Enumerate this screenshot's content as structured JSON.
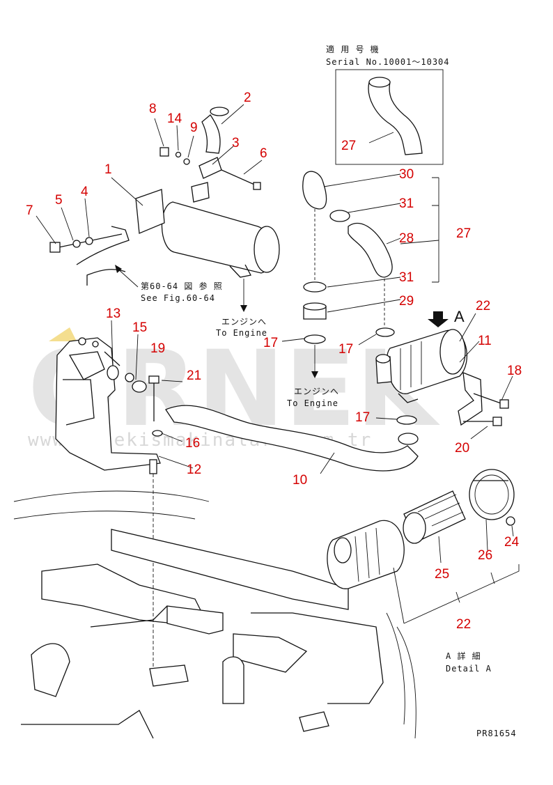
{
  "diagram": {
    "serial_note": {
      "jp": "適 用 号 機",
      "en": "Serial No.10001～10304"
    },
    "see_fig": {
      "jp": "第60-64 図 参 照",
      "en": "See Fig.60-64"
    },
    "to_engine_1": {
      "jp": "エンジンへ",
      "en": "To Engine"
    },
    "to_engine_2": {
      "jp": "エンジンへ",
      "en": "To Engine"
    },
    "detail": {
      "jp": "A 詳 細",
      "en": "Detail A"
    },
    "view_letter": "A",
    "drawing_code": "PR81654",
    "callouts": [
      "1",
      "2",
      "3",
      "4",
      "5",
      "6",
      "7",
      "8",
      "9",
      "10",
      "11",
      "12",
      "13",
      "14",
      "15",
      "16",
      "17",
      "17",
      "17",
      "18",
      "19",
      "20",
      "21",
      "22",
      "22",
      "24",
      "25",
      "26",
      "27",
      "27",
      "28",
      "29",
      "30",
      "31",
      "31"
    ],
    "watermark": {
      "brand": "ORNEK",
      "url": "www.ornekismakinalari.com.tr"
    },
    "accent_color": "#d40000"
  }
}
